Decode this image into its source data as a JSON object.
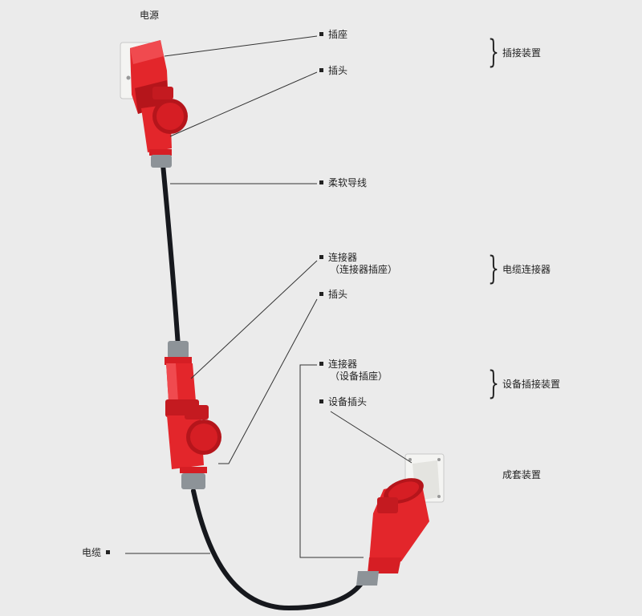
{
  "labels": {
    "power_source": "电源",
    "socket": "插座",
    "plug_top": "插头",
    "flexible_cord": "柔软导线",
    "connector": "连接器",
    "connector_sub": "（连接器插座）",
    "plug_middle": "插头",
    "appliance_connector": "连接器",
    "appliance_connector_sub": "（设备插座）",
    "appliance_inlet": "设备插头",
    "cable": "电缆"
  },
  "groups": {
    "plug_socket_device": "插接装置",
    "cable_connector": "电缆连接器",
    "appliance_coupler": "设备插接装置",
    "complete_set": "成套装置"
  },
  "colors": {
    "background": "#ebebeb",
    "housing_red": "#e3262b",
    "housing_dark_red": "#b5151b",
    "cable": "#16181d",
    "gland_grey": "#8d9398",
    "box_white": "#f4f4f2",
    "leader": "#333333"
  }
}
